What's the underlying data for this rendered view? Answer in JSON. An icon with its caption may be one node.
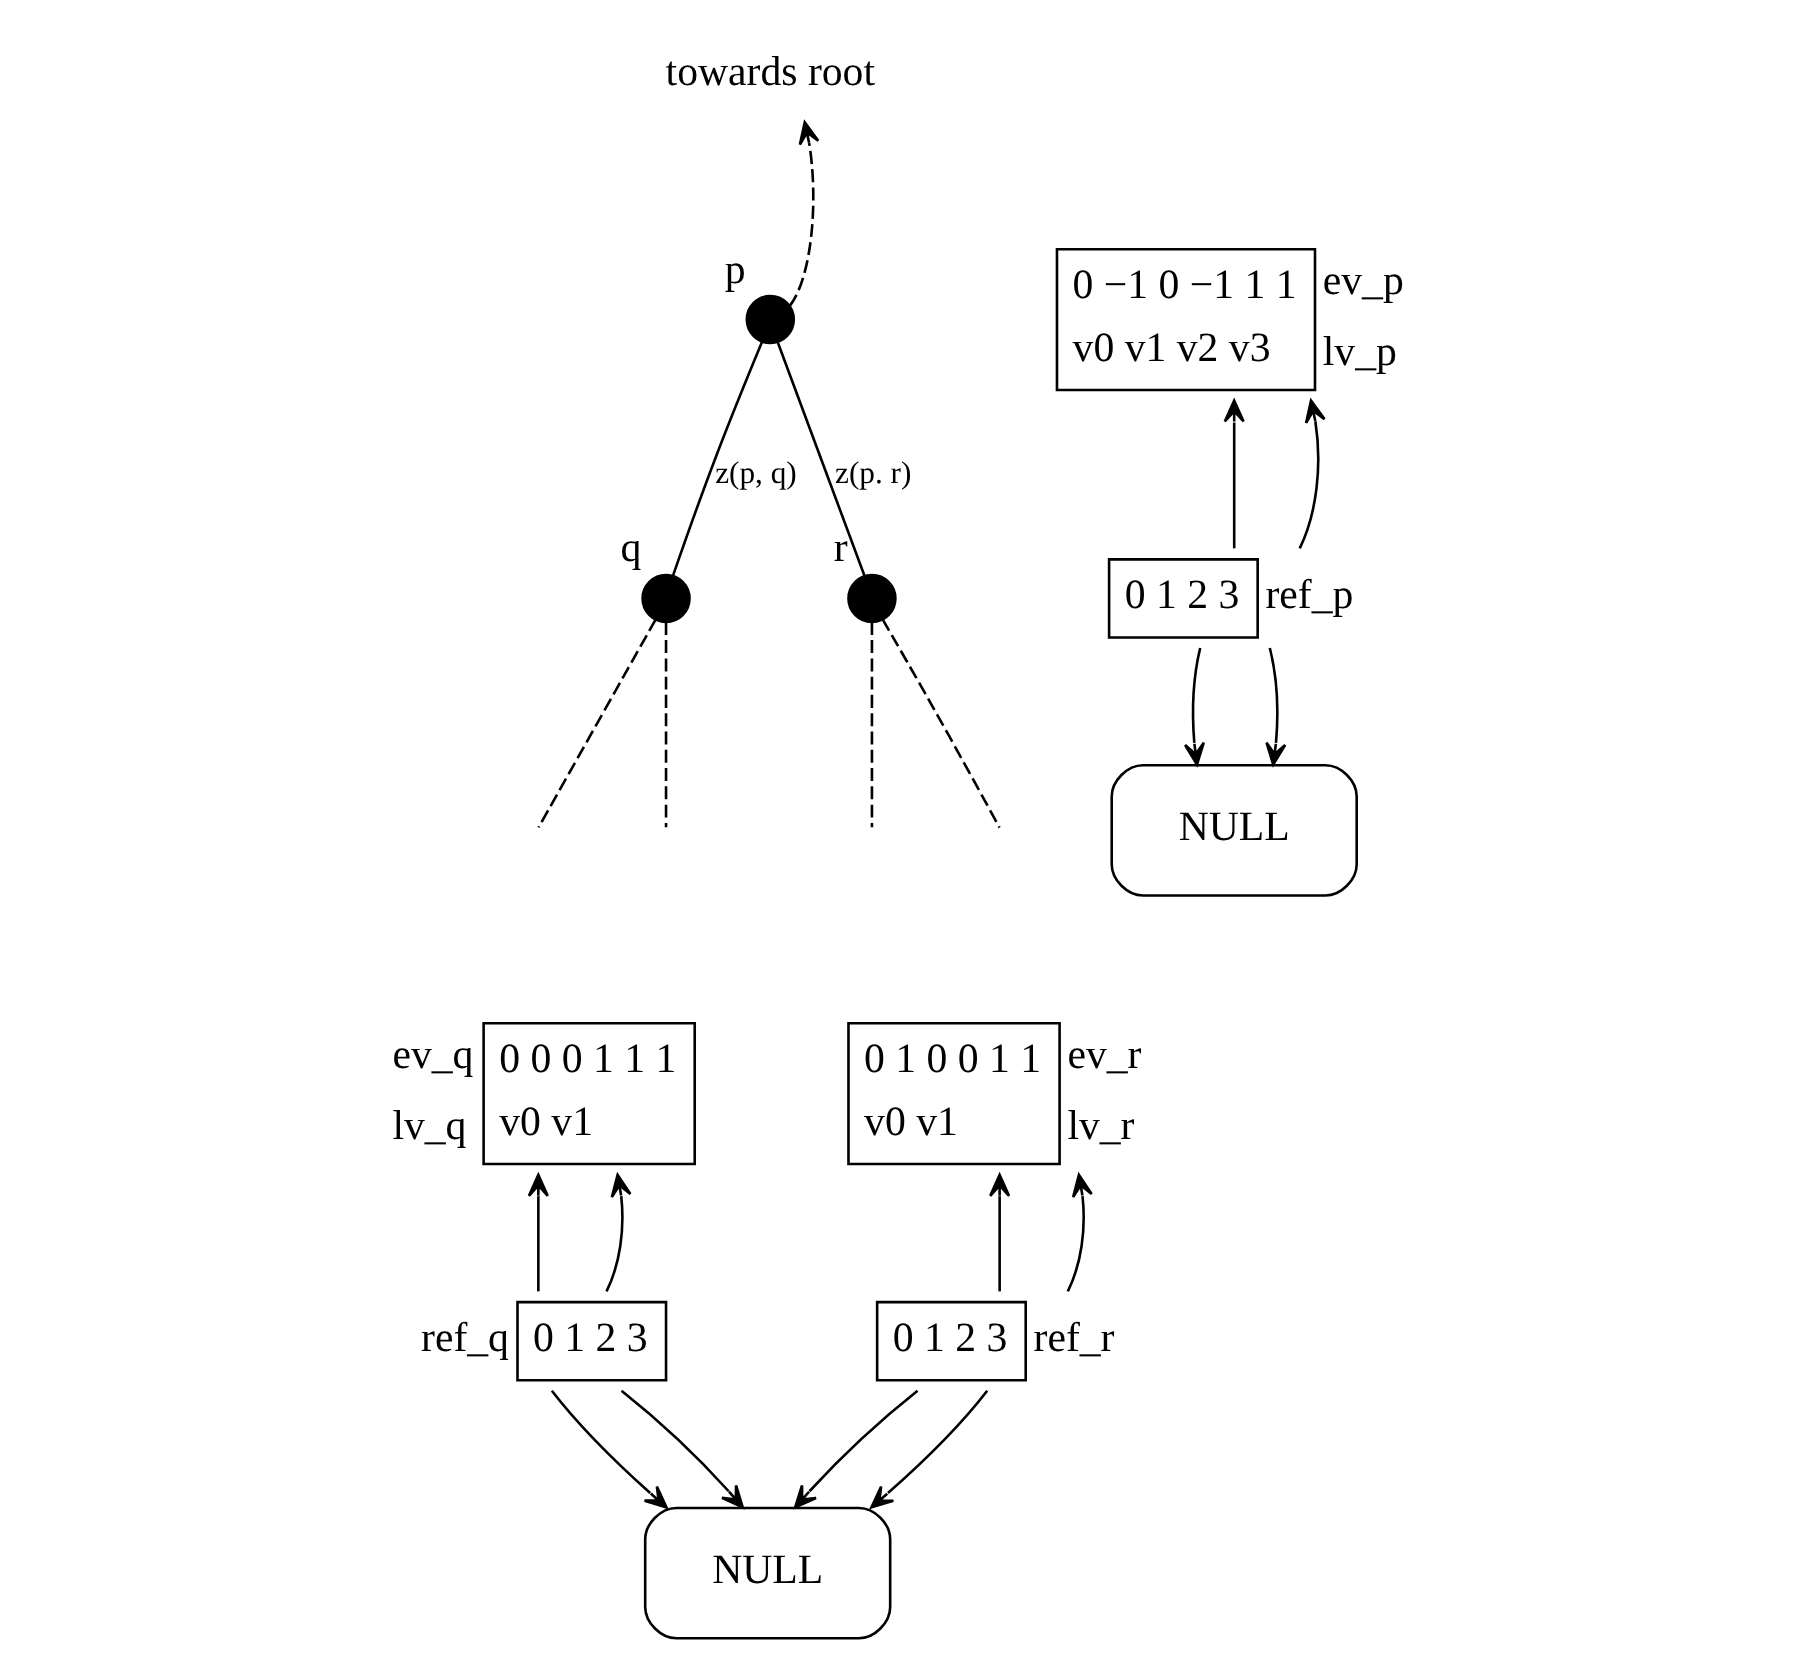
{
  "diagram": {
    "nodes": [
      {
        "text": [
          "towards root"
        ]
      },
      {
        "text": [],
        "shape": "circle",
        "beside": [
          "p"
        ]
      },
      {
        "text": [],
        "shape": "circle",
        "beside": [
          "q"
        ]
      },
      {
        "text": [],
        "shape": "circle",
        "beside": [
          "r"
        ]
      },
      {
        "text": [
          "0 −1 0 −1 1 1",
          "v0 v1 v2 v3"
        ],
        "beside": [
          "ev_p",
          "lv_p"
        ]
      },
      {
        "text": [
          "0 1 2 3"
        ],
        "beside": [
          "ref_p"
        ]
      },
      {
        "text": [
          "NULL"
        ]
      },
      {
        "text": [
          "0 0 0 1 1 1",
          "v0 v1"
        ],
        "beside": [
          "ev_q",
          "lv_q"
        ]
      },
      {
        "text": [
          "0 1 2 3"
        ],
        "beside": [
          "ref_q"
        ]
      },
      {
        "text": [
          "0 1 0 0 1 1",
          "v0 v1"
        ],
        "beside": [
          "ev_r",
          "lv_r"
        ]
      },
      {
        "text": [
          "0 1 2 3"
        ],
        "beside": [
          "ref_r"
        ]
      },
      {
        "text": [
          "NULL"
        ]
      }
    ],
    "edges": [
      {
        "from": 1,
        "to": 0,
        "arrow": "to",
        "style": "dashed"
      },
      {
        "from": 1,
        "to": 2,
        "arrow": "none",
        "label": "z(p, q)"
      },
      {
        "from": 1,
        "to": 3,
        "arrow": "none",
        "label": "z(p. r)"
      },
      {
        "from": 2,
        "to": null,
        "arrow": "none",
        "style": "dashed"
      },
      {
        "from": 2,
        "to": null,
        "arrow": "none",
        "style": "dashed"
      },
      {
        "from": 3,
        "to": null,
        "arrow": "none",
        "style": "dashed"
      },
      {
        "from": 3,
        "to": null,
        "arrow": "none",
        "style": "dashed"
      },
      {
        "from": 5,
        "to": 4,
        "arrow": "to"
      },
      {
        "from": 5,
        "to": 4,
        "arrow": "to"
      },
      {
        "from": 5,
        "to": 6,
        "arrow": "to"
      },
      {
        "from": 5,
        "to": 6,
        "arrow": "to"
      },
      {
        "from": 8,
        "to": 7,
        "arrow": "to"
      },
      {
        "from": 8,
        "to": 7,
        "arrow": "to"
      },
      {
        "from": 8,
        "to": 11,
        "arrow": "to"
      },
      {
        "from": 8,
        "to": 11,
        "arrow": "to"
      },
      {
        "from": 10,
        "to": 9,
        "arrow": "to"
      },
      {
        "from": 10,
        "to": 9,
        "arrow": "to"
      },
      {
        "from": 10,
        "to": 11,
        "arrow": "to"
      },
      {
        "from": 10,
        "to": 11,
        "arrow": "to"
      }
    ]
  }
}
